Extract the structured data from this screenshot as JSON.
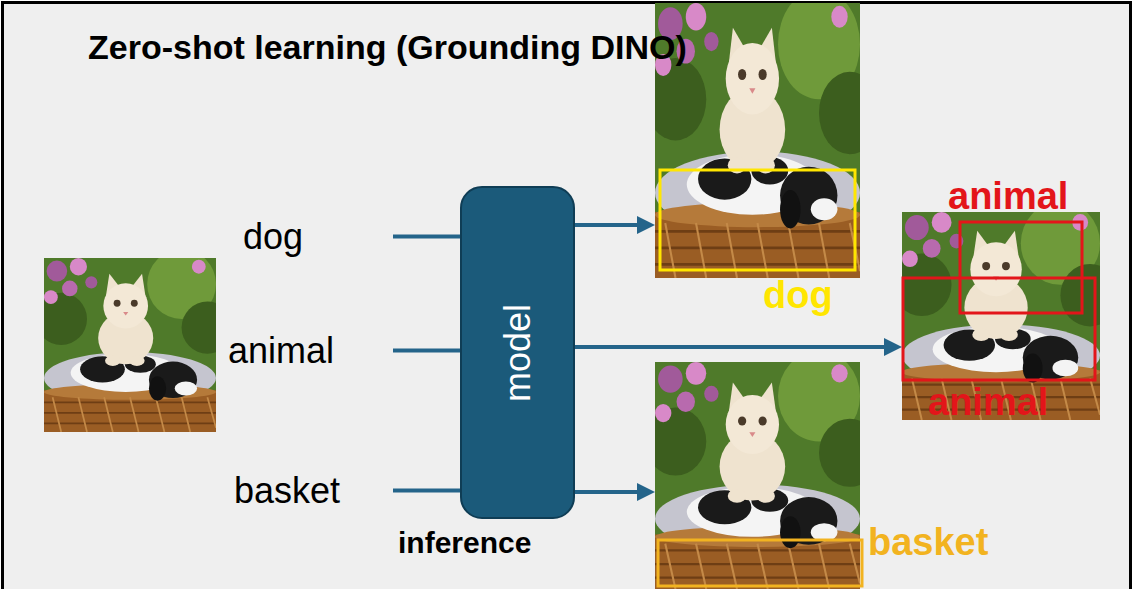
{
  "diagram": {
    "title": "Zero-shot learning (Grounding DINO)",
    "nodes": [
      {
        "text": [
          "dog"
        ]
      },
      {
        "text": [
          "animal"
        ]
      },
      {
        "text": [
          "basket"
        ]
      },
      {
        "text": [
          "model"
        ]
      },
      {
        "text": [
          "dog"
        ]
      },
      {
        "text": [
          "animal",
          "animal"
        ]
      },
      {
        "text": [
          "basket"
        ]
      }
    ],
    "edges": [
      {
        "from": 0,
        "to": 3,
        "arrow": "none"
      },
      {
        "from": 1,
        "to": 3,
        "arrow": "none"
      },
      {
        "from": 2,
        "to": 3,
        "arrow": "none"
      },
      {
        "from": 3,
        "to": 4,
        "arrow": "to"
      },
      {
        "from": 3,
        "to": 5,
        "arrow": "to"
      },
      {
        "from": 3,
        "to": 6,
        "arrow": "to"
      }
    ],
    "labels": [
      "inference"
    ]
  }
}
